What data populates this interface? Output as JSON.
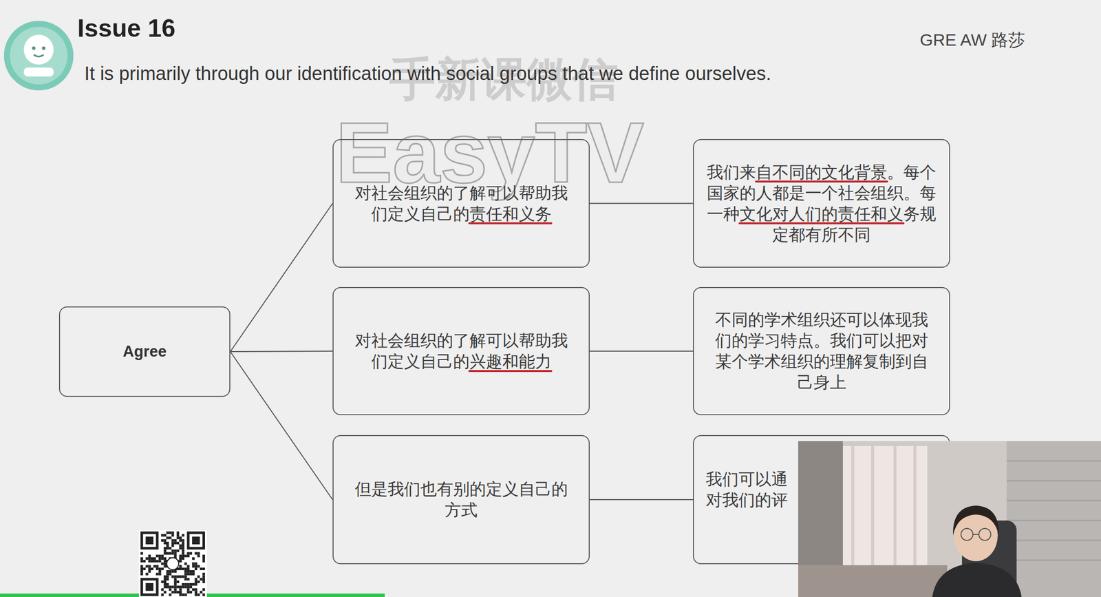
{
  "diagram": {
    "title": "Issue 16",
    "nodes": [
      {
        "text": [
          "Agree"
        ]
      },
      {
        "text": [
          "对社会组织的了解可以帮助我们定义自己的责任和义务"
        ]
      },
      {
        "text": [
          "我们来自不同的文化背景。每个国家的人都是一个社会组织。每一种文化对人们的责任和义务规定都有所不同"
        ]
      },
      {
        "text": [
          "对社会组织的了解可以帮助我们定义自己的兴趣和能力"
        ]
      },
      {
        "text": [
          "不同的学术组织还可以体现我们的学习特点。我们可以把对某个学术组织的理解复制到自己身上"
        ]
      },
      {
        "text": [
          "但是我们也有别的定义自己的方式"
        ]
      },
      {
        "text": [
          "我们可以通 对我们的评"
        ]
      }
    ],
    "edges": [
      {
        "from": 0,
        "to": 1,
        "arrow": "none"
      },
      {
        "from": 0,
        "to": 3,
        "arrow": "none"
      },
      {
        "from": 0,
        "to": 5,
        "arrow": "none"
      },
      {
        "from": 1,
        "to": 2,
        "arrow": "none"
      },
      {
        "from": 3,
        "to": 4,
        "arrow": "none"
      },
      {
        "from": 5,
        "to": 6,
        "arrow": "none"
      }
    ],
    "labels": [
      "It is primarily through our identification with social groups that we define ourselves.",
      "GRE AW 路莎",
      "手新课微信",
      "EasyTV"
    ]
  }
}
